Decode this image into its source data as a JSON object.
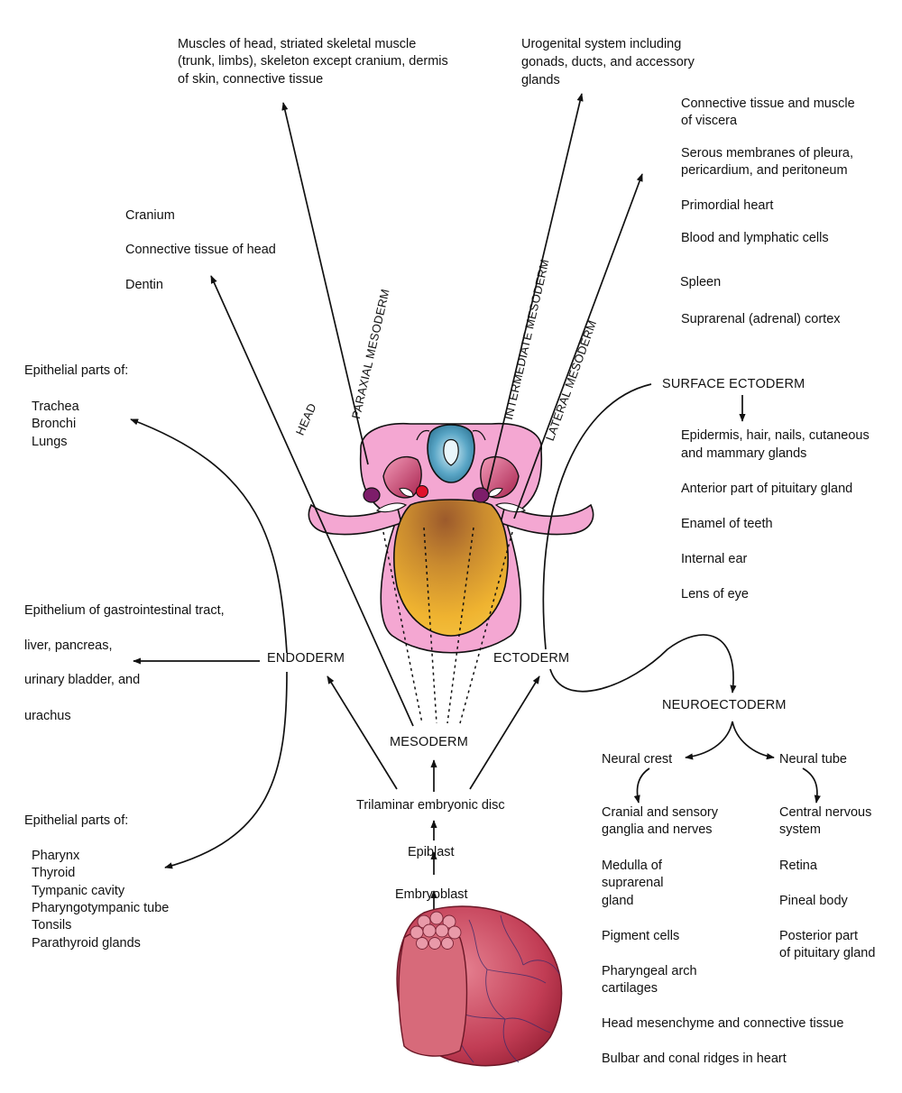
{
  "germ_layers": {
    "endoderm": "ENDODERM",
    "mesoderm": "MESODERM",
    "ectoderm": "ECTODERM",
    "surface_ectoderm": "SURFACE ECTODERM",
    "neuroectoderm": "NEUROECTODERM"
  },
  "mesoderm_branches": {
    "head": "HEAD",
    "paraxial": "PARAXIAL MESODERM",
    "intermediate": "INTERMEDIATE MESODERM",
    "lateral": "LATERAL MESODERM"
  },
  "origin": {
    "trilaminar": "Trilaminar embryonic disc",
    "epiblast": "Epiblast",
    "embryoblast": "Embryoblast"
  },
  "paraxial_derivatives": [
    "Muscles of head, striated skeletal muscle",
    "(trunk, limbs), skeleton except cranium, dermis",
    "of skin, connective tissue"
  ],
  "intermediate_derivatives": [
    "Urogenital system including",
    "gonads, ducts, and accessory",
    "glands"
  ],
  "lateral_derivatives": [
    "Connective tissue and muscle",
    "of viscera",
    "Serous membranes of pleura,",
    "pericardium, and peritoneum",
    "Primordial heart",
    "Blood and lymphatic cells",
    "Spleen",
    "Suprarenal (adrenal) cortex"
  ],
  "head_derivatives": [
    "Cranium",
    "Connective tissue of head",
    "Dentin"
  ],
  "endoderm_upper": {
    "heading": "Epithelial parts of:",
    "items": [
      "Trachea",
      "Bronchi",
      "Lungs"
    ]
  },
  "endoderm_middle": [
    "Epithelium of gastrointestinal tract,",
    "liver, pancreas,",
    "urinary bladder, and",
    "urachus"
  ],
  "endoderm_lower": {
    "heading": "Epithelial parts of:",
    "items": [
      "Pharynx",
      "Thyroid",
      "Tympanic cavity",
      "Pharyngotympanic tube",
      "Tonsils",
      "Parathyroid glands"
    ]
  },
  "surface_ectoderm_derivatives": [
    "Epidermis, hair, nails, cutaneous",
    "and mammary glands",
    "Anterior part of pituitary gland",
    "Enamel of teeth",
    "Internal ear",
    "Lens of eye"
  ],
  "neural_crest": {
    "title": "Neural crest",
    "items": [
      "Cranial and sensory",
      "ganglia and nerves",
      "Medulla of",
      "suprarenal",
      "gland",
      "Pigment cells",
      "Pharyngeal arch",
      "cartilages",
      "Head mesenchyme and connective tissue",
      "Bulbar and conal ridges in heart"
    ]
  },
  "neural_tube": {
    "title": "Neural tube",
    "items": [
      "Central nervous",
      "system",
      "Retina",
      "Pineal body",
      "Posterior part",
      "of pituitary gland"
    ]
  },
  "colors": {
    "outline": "#111111",
    "body_pink": "#f2a3d0",
    "yolk_gold": "#e8a62a",
    "yolk_brown": "#9c5a2c",
    "neural_blue": "#3f8fb0",
    "somite_red": "#b8305a",
    "notochord_red": "#e0102a",
    "blastocyst_red": "#c5405a"
  }
}
